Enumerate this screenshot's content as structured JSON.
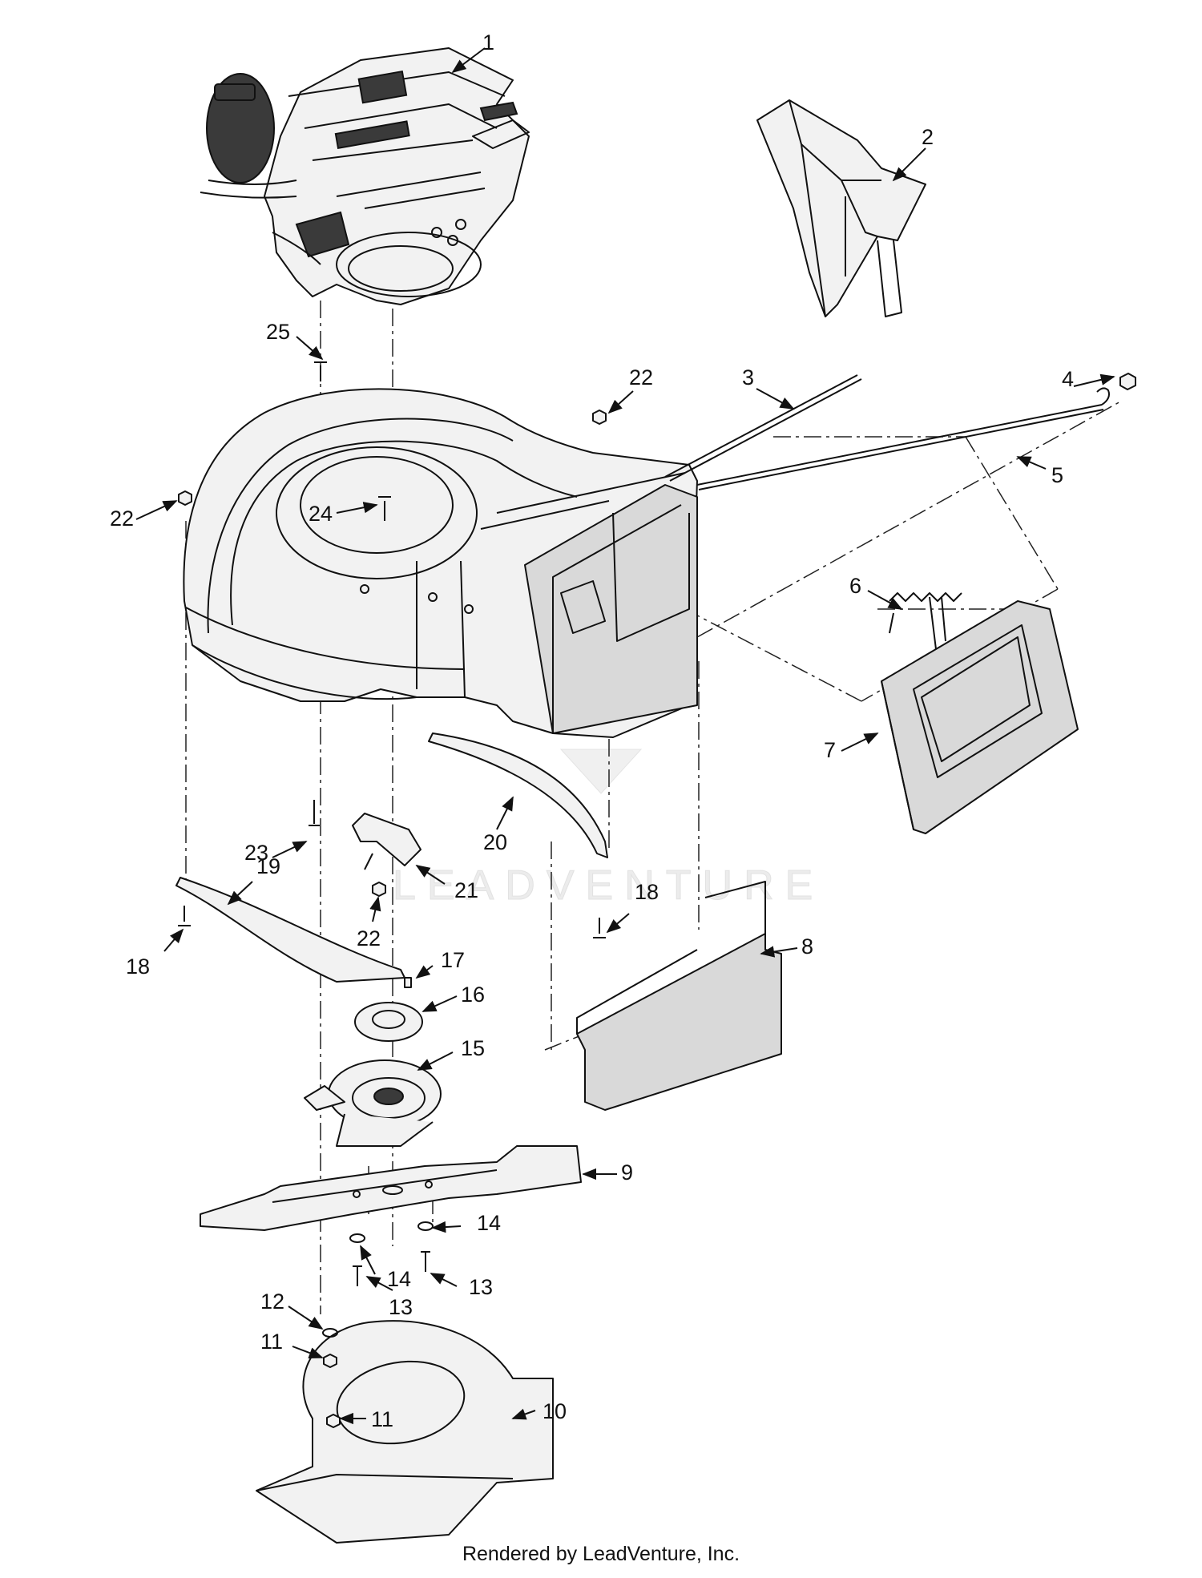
{
  "watermark": "LEADVENTURE",
  "credit": "Rendered by LeadVenture, Inc.",
  "callouts": {
    "c1": "1",
    "c2": "2",
    "c3": "3",
    "c4": "4",
    "c5": "5",
    "c6": "6",
    "c7": "7",
    "c8": "8",
    "c9": "9",
    "c10": "10",
    "c11a": "11",
    "c11b": "11",
    "c12": "12",
    "c13a": "13",
    "c13b": "13",
    "c14a": "14",
    "c14b": "14",
    "c15": "15",
    "c16": "16",
    "c17": "17",
    "c18a": "18",
    "c18b": "18",
    "c19": "19",
    "c20": "20",
    "c21": "21",
    "c22a": "22",
    "c22b": "22",
    "c22c": "22",
    "c23": "23",
    "c24": "24",
    "c25": "25"
  }
}
